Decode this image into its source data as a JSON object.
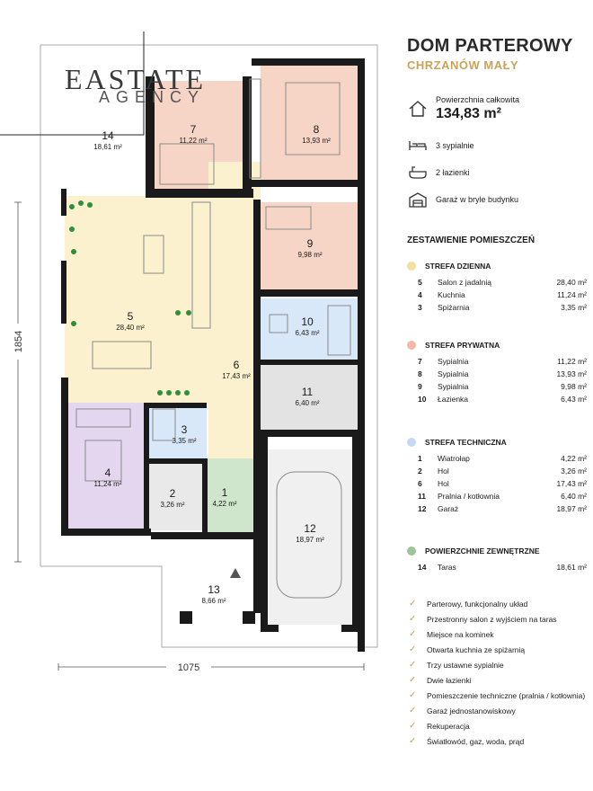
{
  "header": {
    "title": "DOM PARTEROWY",
    "subtitle": "CHRZANÓW MAŁY"
  },
  "logo": {
    "main": "EASTATE",
    "sub": "AGENCY"
  },
  "stats": {
    "area_label": "Powierzchnia całkowita",
    "area_value": "134,83 m²",
    "bedrooms": "3 sypialnie",
    "bathrooms": "2 łazienki",
    "garage": "Garaż w bryle budynku"
  },
  "rooms_section_title": "ZESTAWIENIE POMIESZCZEŃ",
  "zones": [
    {
      "name": "STREFA DZIENNA",
      "color": "#f3df9e",
      "rooms": [
        {
          "n": "5",
          "name": "Salon z jadalnią",
          "area": "28,40 m²"
        },
        {
          "n": "4",
          "name": "Kuchnia",
          "area": "11,24 m²"
        },
        {
          "n": "3",
          "name": "Spiżarnia",
          "area": "3,35 m²"
        }
      ]
    },
    {
      "name": "STREFA PRYWATNA",
      "color": "#f2b9a6",
      "rooms": [
        {
          "n": "7",
          "name": "Sypialnia",
          "area": "11,22 m²"
        },
        {
          "n": "8",
          "name": "Sypialnia",
          "area": "13,93 m²"
        },
        {
          "n": "9",
          "name": "Sypialnia",
          "area": "9,98 m²"
        },
        {
          "n": "10",
          "name": "Łazienka",
          "area": "6,43 m²"
        }
      ]
    },
    {
      "name": "STREFA TECHNICZNA",
      "color": "#c5daf2",
      "rooms": [
        {
          "n": "1",
          "name": "Wiatrołap",
          "area": "4,22 m²"
        },
        {
          "n": "2",
          "name": "Hol",
          "area": "3,26 m²"
        },
        {
          "n": "6",
          "name": "Hol",
          "area": "17,43 m²"
        },
        {
          "n": "11",
          "name": "Pralnia / kotłownia",
          "area": "6,40 m²"
        },
        {
          "n": "12",
          "name": "Garaż",
          "area": "18,97 m²"
        }
      ]
    },
    {
      "name": "POWIERZCHNIE ZEWNĘTRZNE",
      "color": "#9ec49a",
      "rooms": [
        {
          "n": "14",
          "name": "Taras",
          "area": "18,61 m²"
        }
      ]
    }
  ],
  "features": [
    "Parterowy, funkcjonalny układ",
    "Przestronny salon z wyjściem na taras",
    "Miejsce na kominek",
    "Otwarta kuchnia ze spiżarnią",
    "Trzy ustawne sypialnie",
    "Dwie łazienki",
    "Pomieszczenie techniczne (pralnia / kotłownia)",
    "Garaż jednostanowiskowy",
    "Rekuperacja",
    "Światłowód, gaz, woda, prąd"
  ],
  "plan": {
    "dim_width": "1075",
    "dim_height": "1854",
    "labels": [
      {
        "n": "14",
        "area": "18,61 m²"
      },
      {
        "n": "7",
        "area": "11,22 m²"
      },
      {
        "n": "8",
        "area": "13,93 m²"
      },
      {
        "n": "9",
        "area": "9,98 m²"
      },
      {
        "n": "5",
        "area": "28,40 m²"
      },
      {
        "n": "10",
        "area": "6,43 m²"
      },
      {
        "n": "6",
        "area": "17,43 m²"
      },
      {
        "n": "11",
        "area": "6,40 m²"
      },
      {
        "n": "3",
        "area": "3,35 m²"
      },
      {
        "n": "4",
        "area": "11,24 m²"
      },
      {
        "n": "2",
        "area": "3,26 m²"
      },
      {
        "n": "1",
        "area": "4,22 m²"
      },
      {
        "n": "12",
        "area": "18,97 m²"
      },
      {
        "n": "13",
        "area": "8,66 m²"
      }
    ]
  }
}
